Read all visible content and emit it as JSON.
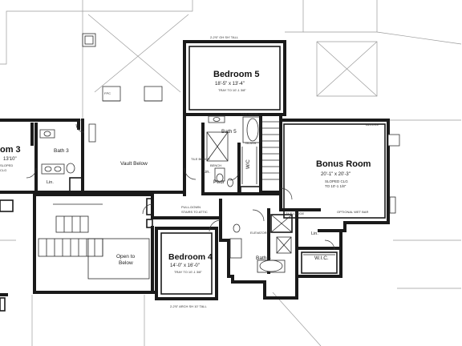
{
  "rooms": {
    "bedroom5": {
      "name": "Bedroom 5",
      "dims": "18'-5\" x 13'-4\"",
      "ceiling": "TRAY TO 10'-1 3/8\""
    },
    "bonus": {
      "name": "Bonus Room",
      "dims": "20'-1\" x 20'-3\"",
      "ceiling": "SLOPED CLG",
      "ceiling2": "TO 10'-1 1/8\""
    },
    "bedroom4": {
      "name": "Bedroom 4",
      "dims": "14'-0\" x 16'-0\"",
      "ceiling": "TRAY TO 10'-1 3/8\""
    },
    "bedroom3": {
      "name": "om 3",
      "dims": "13'10\""
    },
    "bath3": "Bath 3",
    "bath4": "Bath 4",
    "bath5": "Bath 5",
    "vault": "Vault Below",
    "open": {
      "line1": "Open to",
      "line2": "Below"
    },
    "pwdr": "Pwdr",
    "wic": "W/C",
    "wic4": "W.I.C.",
    "lin": "Lin.",
    "lin2": "Lin.",
    "lin3": "Lin."
  },
  "notes": {
    "pulldown": "PULL-DOWN",
    "stairs_attic": "STAIRS TO ATTIC",
    "optional_wet_bar": "OPTIONAL WET BAR",
    "elevator": "ELEVATOR",
    "tile_bench": "TILE BENCH",
    "bench": "BENCH",
    "alcove": "ALCOVE",
    "tile_niche": "TILE NICHE",
    "tile_ledge": "TILE LEDGE",
    "arch_top": "2-2'6\" GH SH' TALL",
    "arch_b4": "2-2'6\" ARCH SH 10' TALL",
    "glass": "GLASS",
    "fpc": "FPC",
    "sloped": "SLOPED",
    "clg_label": "CLG"
  }
}
